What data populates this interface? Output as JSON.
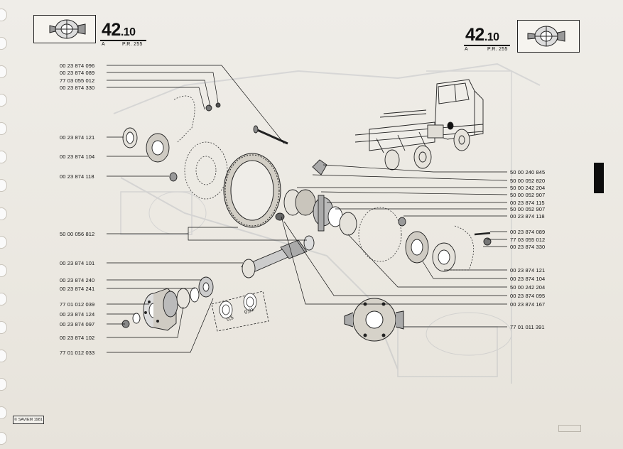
{
  "header_left": {
    "code_main": "42",
    "code_sub": ".10",
    "section_letter": "A",
    "pr_ref": "P.R. 255"
  },
  "header_right": {
    "code_main": "42",
    "code_sub": ".10",
    "section_letter": "A",
    "pr_ref": "P.R. 255"
  },
  "left_parts": [
    "00 23 874 096",
    "00 23 874 089",
    "77 03 055 012",
    "00 23 874 330",
    "00 23 874 121",
    "00 23 874 104",
    "00 23 874 118",
    "50 00 056 812",
    "00 23 874 101",
    "00 23 874 240",
    "00 23 874 241",
    "77 01 012 039",
    "00 23 874 124",
    "00 23 874 097",
    "00 23 874 102",
    "77 01 012 033"
  ],
  "right_parts": [
    "50 00 240 845",
    "50 00 052 820",
    "50 00 242 204",
    "50 00 052 907",
    "00 23 874 115",
    "50 00 052 907",
    "00 23 874 118",
    "00 23 874 089",
    "77 03 055 012",
    "00 23 874 330",
    "00 23 874 121",
    "00 23 874 104",
    "50 00 242 204",
    "00 23 874 095",
    "00 23 874 167",
    "77 01 011 391"
  ],
  "shim_labels": [
    "0,5",
    "0,01"
  ],
  "copyright": "© SAVIEM 1981",
  "colors": {
    "ink": "#111111",
    "paper": "#ebe8e2",
    "tab": "#0d0d0d"
  }
}
